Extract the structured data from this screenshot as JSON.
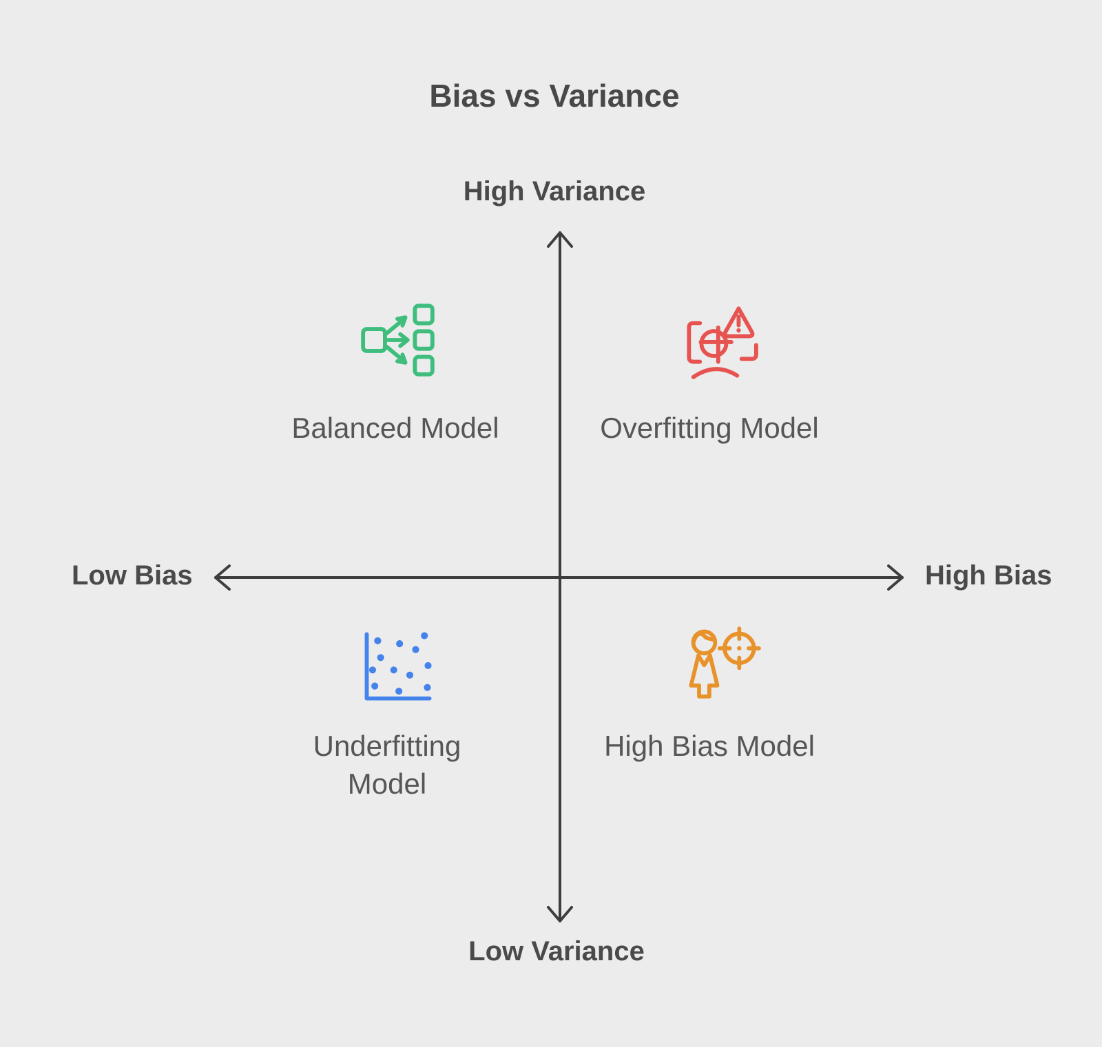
{
  "title": "Bias vs Variance",
  "colors": {
    "background": "#ececec",
    "axis": "#3d3d3d",
    "title_text": "#484848",
    "quadrant_label_text": "#565656",
    "green": "#3ebd7d",
    "red": "#e65350",
    "blue": "#4583ec",
    "orange": "#e8922c"
  },
  "axes": {
    "vertical": {
      "top_label": "High Variance",
      "bottom_label": "Low Variance"
    },
    "horizontal": {
      "left_label": "Low Bias",
      "right_label": "High Bias"
    }
  },
  "quadrants": [
    {
      "position": "top-left",
      "label": "Balanced Model",
      "icon": "distribution-icon",
      "color": "#3ebd7d"
    },
    {
      "position": "top-right",
      "label": "Overfitting Model",
      "icon": "overfit-warning-icon",
      "color": "#e65350"
    },
    {
      "position": "bottom-left",
      "label": "Underfitting Model",
      "icon": "scatter-plot-icon",
      "color": "#4583ec"
    },
    {
      "position": "bottom-right",
      "label": "High Bias Model",
      "icon": "person-target-icon",
      "color": "#e8922c"
    }
  ]
}
